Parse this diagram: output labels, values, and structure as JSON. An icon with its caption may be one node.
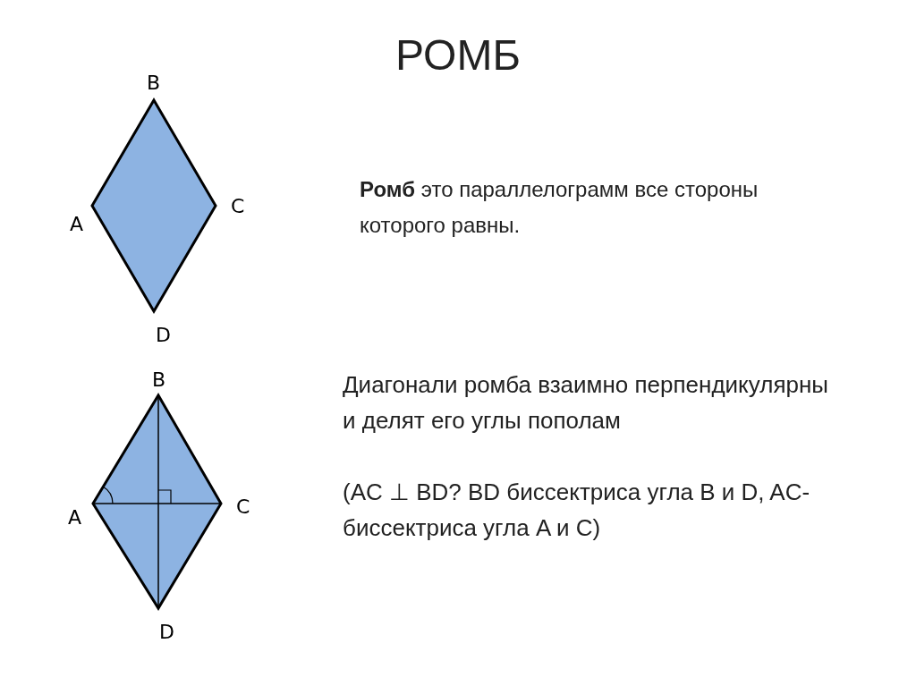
{
  "diagram": {
    "title": "РОМБ",
    "labels": [
      "B",
      "A",
      "C",
      "D",
      "**Ромб** это параллелограмм все стороны которого равны.",
      "B",
      "Диагонали ромба взаимно перпендикулярны и делят его углы пополам",
      "(AC ⊥ BD? BD биссектриса угла B и D, AC-биссектриса угла A и C)",
      "A",
      "C",
      "D"
    ]
  }
}
